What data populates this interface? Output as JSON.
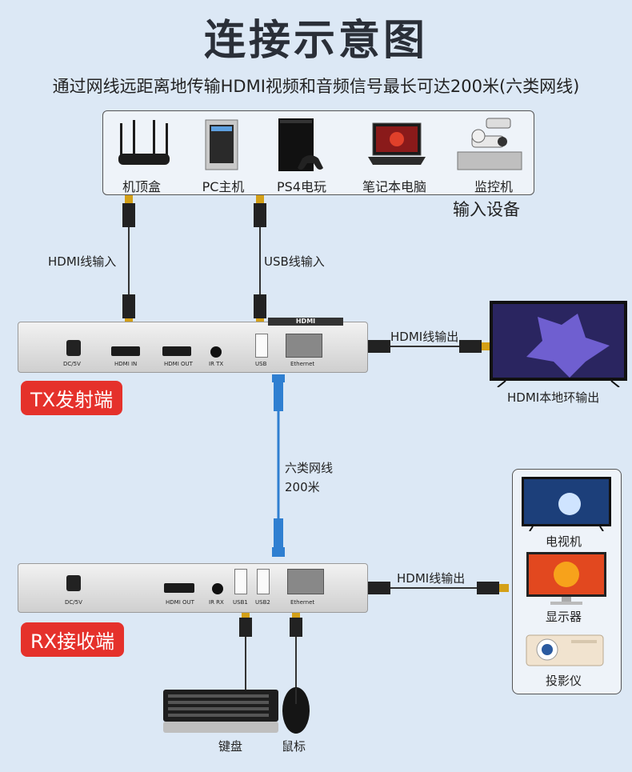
{
  "title": "连接示意图",
  "subtitle": "通过网线远距离地传输HDMI视频和音频信号最长可达200米(六类网线)",
  "input_devices": {
    "items": [
      "机顶盒",
      "PC主机",
      "PS4电玩",
      "笔记本电脑",
      "监控机"
    ],
    "caption": "输入设备"
  },
  "tx": {
    "hdmi_in_label": "HDMI线输入",
    "usb_in_label": "USB线输入",
    "hdmi_out_label": "HDMI线输出",
    "loop_label": "HDMI本地环输出",
    "badge": "TX发射端",
    "brand": "HDMI",
    "ports": [
      "DC/5V",
      "HDMI IN",
      "HDMI OUT",
      "IR TX",
      "USB",
      "Ethernet"
    ]
  },
  "cable": {
    "line1": "六类网线",
    "line2": "200米"
  },
  "rx": {
    "badge": "RX接收端",
    "hdmi_out_label": "HDMI线输出",
    "ports": [
      "DC/5V",
      "HDMI OUT",
      "IR RX",
      "USB1",
      "USB2",
      "Ethernet"
    ]
  },
  "output_devices": [
    "电视机",
    "显示器",
    "投影仪"
  ],
  "peripherals": [
    "键盘",
    "鼠标"
  ],
  "colors": {
    "badge": "#e5312b",
    "background": "#dce8f5",
    "cable": "#2f7fd1"
  }
}
